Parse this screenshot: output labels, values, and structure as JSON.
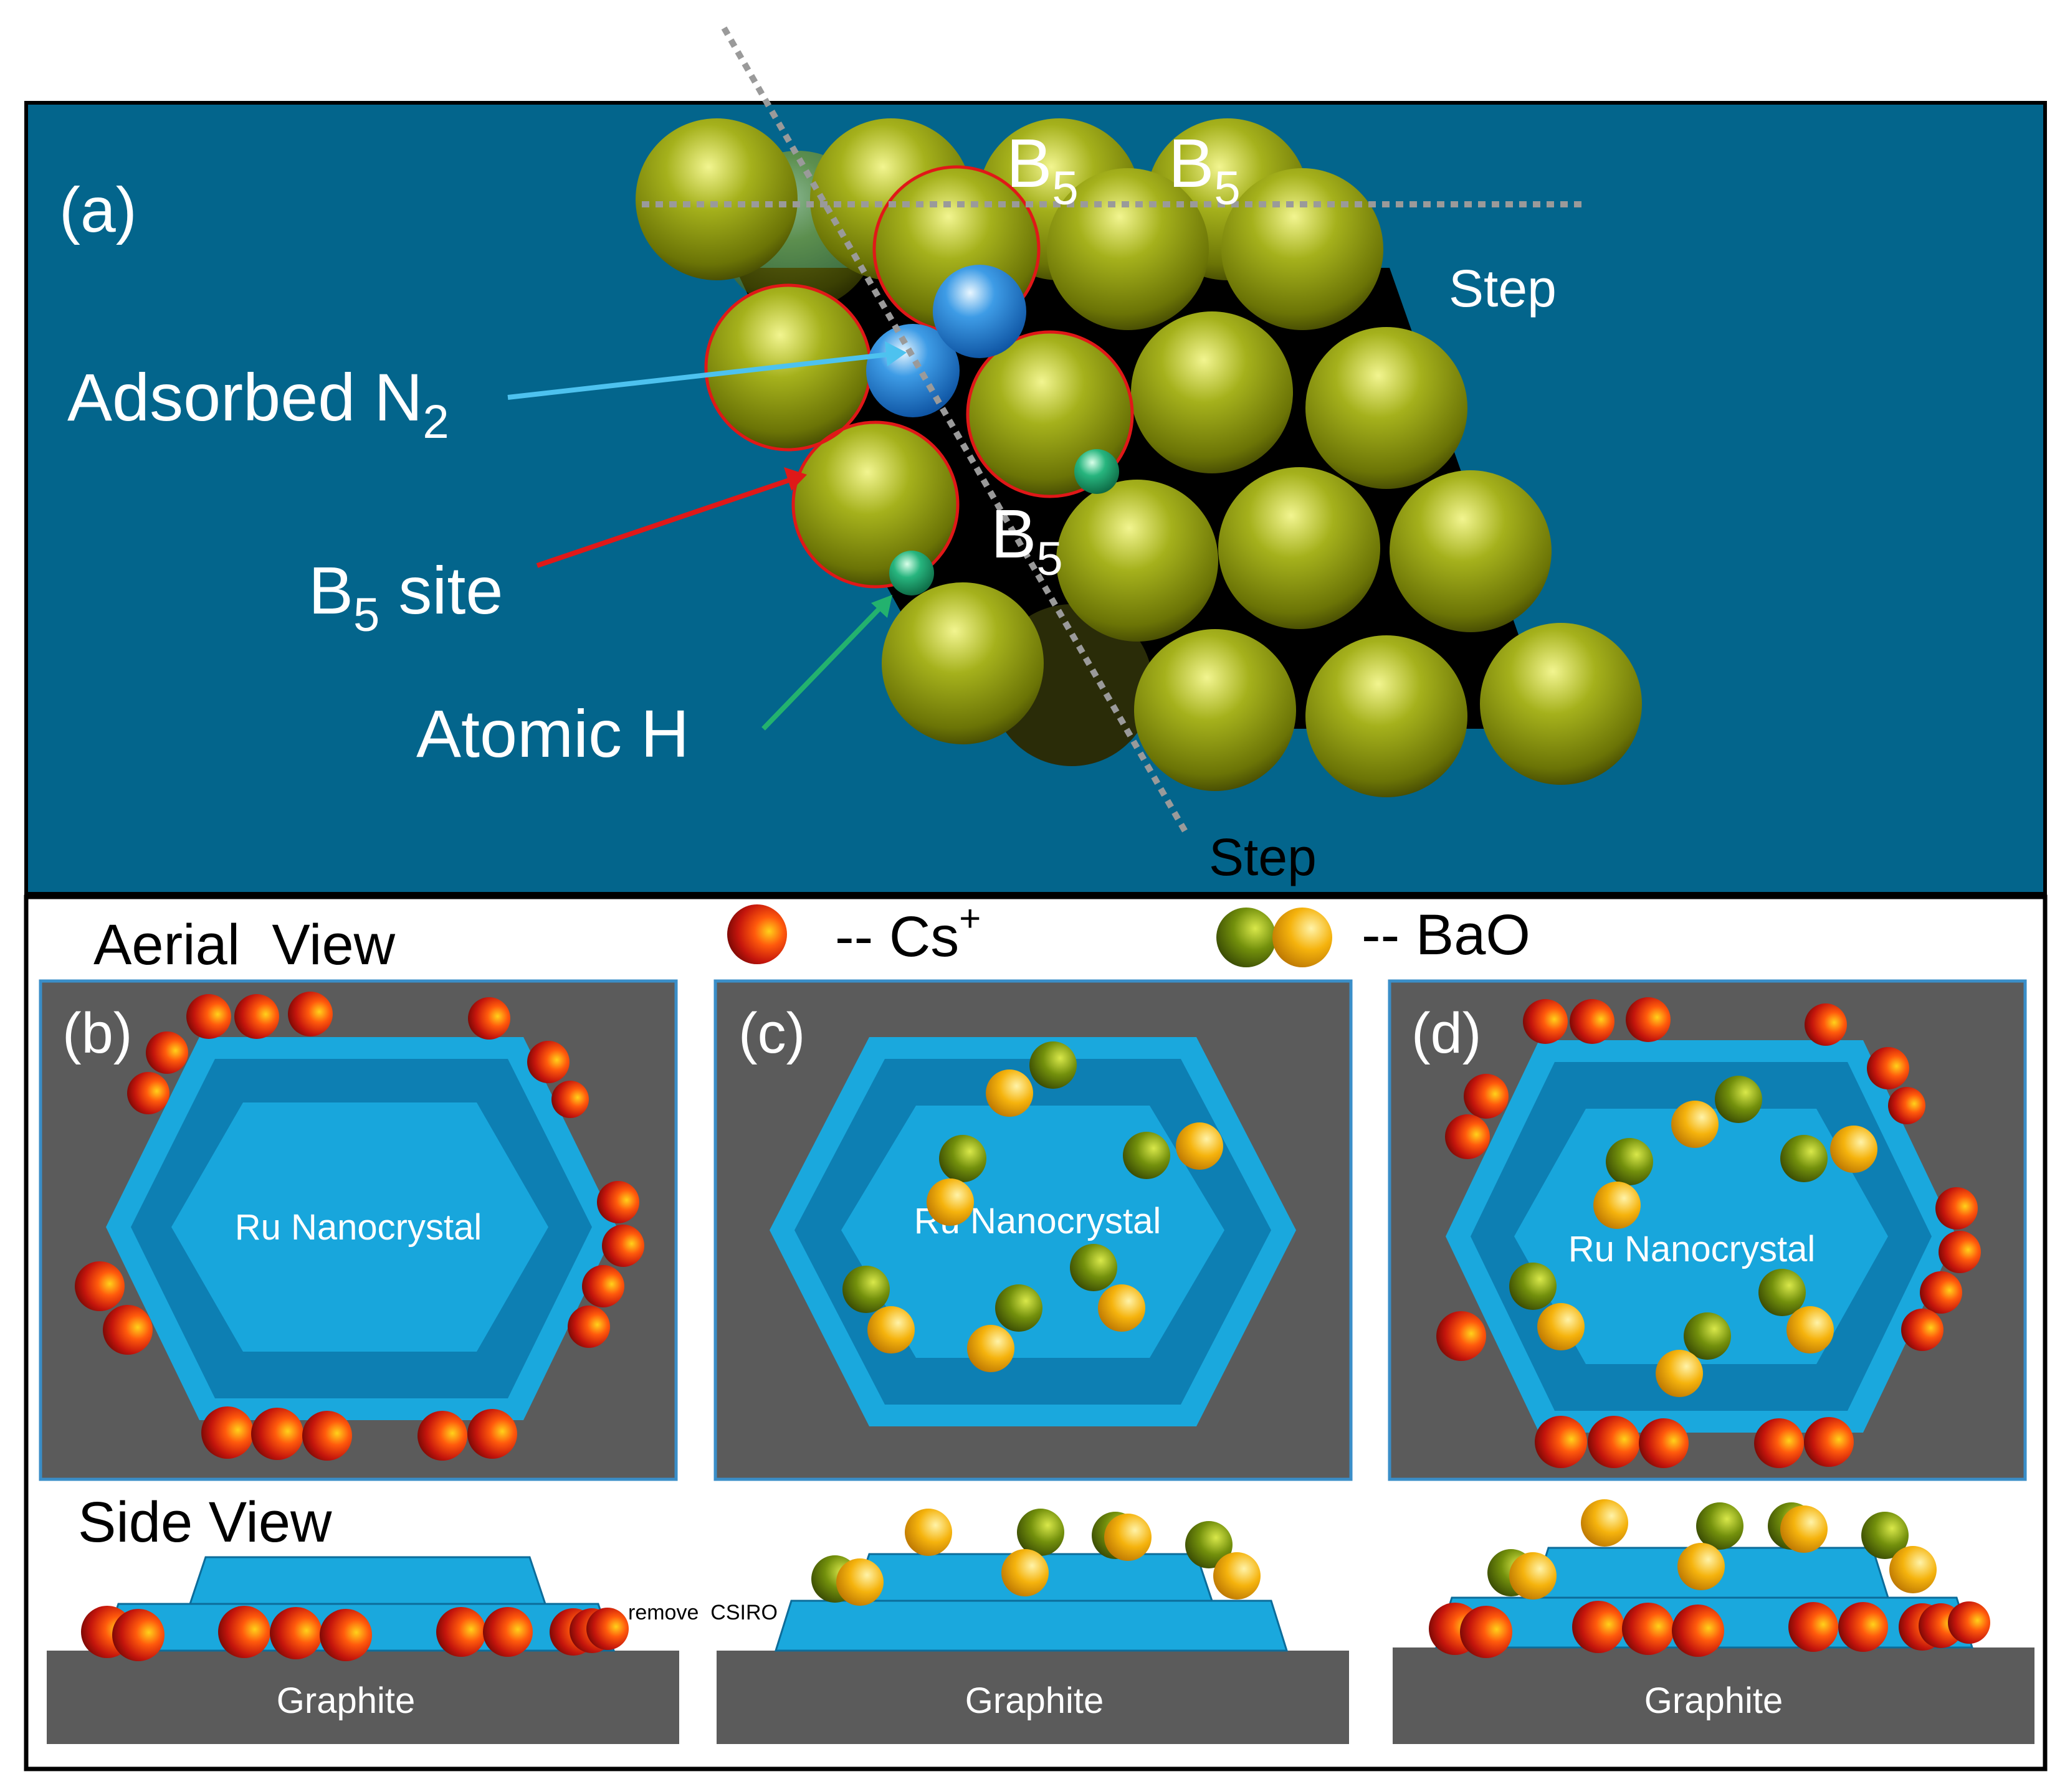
{
  "panel_a": {
    "label": "(a)",
    "b5_top_1": "B",
    "b5_top_2": "B",
    "b5_mid": "B",
    "b5_sub": "5",
    "step_right": "Step",
    "step_bottom": "Step",
    "adsorbed_label": "Adsorbed N",
    "adsorbed_sub": "2",
    "b5site_label_b": "B",
    "b5site_label_sub": "5",
    "b5site_label_rest": " site",
    "atomic_h": "Atomic H"
  },
  "legend": {
    "aerial_view": "Aerial  View",
    "cs_label": "-- Cs",
    "cs_sup": "+",
    "bao_label": "-- BaO"
  },
  "panels": {
    "b_label": "(b)",
    "c_label": "(c)",
    "d_label": "(d)",
    "ru_label": "Ru Nanocrystal"
  },
  "side": {
    "side_view": "Side View",
    "graphite": "Graphite",
    "stray_text": "remove  CSIRO"
  },
  "colors": {
    "panel_a_bg": "#03658c",
    "ru_atom": "#8f9a0d",
    "n2": "#1b7bd3",
    "h_atom": "#1fb07a",
    "cs": "#c8170c",
    "bao_green": "#6c8b0a",
    "bao_yellow": "#f4b10d",
    "crystal": "#1aa8dd",
    "graphite": "#5b5b5b"
  }
}
